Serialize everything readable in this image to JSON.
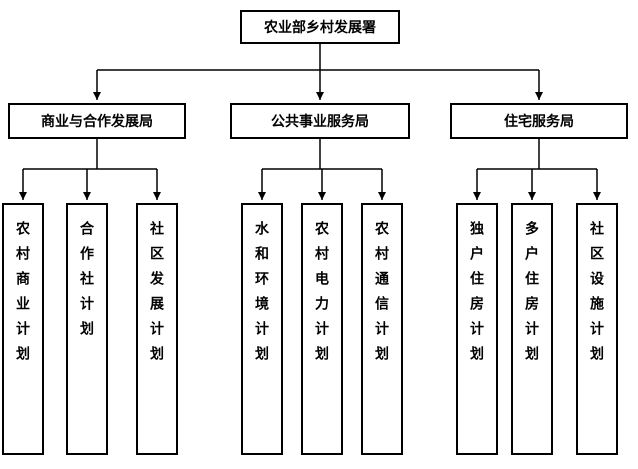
{
  "org": {
    "root": "农业部乡村发展署",
    "branches": [
      {
        "label": "商业与合作发展局",
        "children": [
          "农村商业计划",
          "合作社计划",
          "社区发展计划"
        ]
      },
      {
        "label": "公共事业服务局",
        "children": [
          "水和环境计划",
          "农村电力计划",
          "农村通信计划"
        ]
      },
      {
        "label": "住宅服务局",
        "children": [
          "独户住房计划",
          "多户住房计划",
          "社区设施计划"
        ]
      }
    ],
    "colors": {
      "line": "#000000",
      "border": "#000000",
      "background": "#ffffff",
      "text": "#000000"
    }
  }
}
